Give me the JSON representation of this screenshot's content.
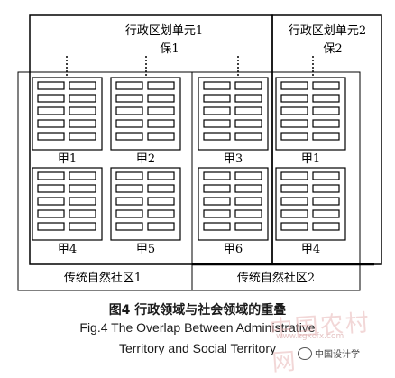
{
  "admin_units": [
    {
      "label": "行政区划单元1",
      "bao": "保1"
    },
    {
      "label": "行政区划单元2",
      "bao": "保2"
    }
  ],
  "communities": [
    {
      "label": "传统自然社区1"
    },
    {
      "label": "传统自然社区2"
    }
  ],
  "blocks": [
    {
      "label": "甲1"
    },
    {
      "label": "甲2"
    },
    {
      "label": "甲3"
    },
    {
      "label": "甲1"
    },
    {
      "label": "甲4"
    },
    {
      "label": "甲5"
    },
    {
      "label": "甲6"
    },
    {
      "label": "甲4"
    }
  ],
  "caption": {
    "cn": "图4  行政领域与社会领域的重叠",
    "en_line1": "Fig.4 The Overlap Between Administrative",
    "en_line2": "Territory and Social Territory"
  },
  "watermark": {
    "text": "中国农村网",
    "url": "www.zgxcfx.com"
  },
  "source_logo": {
    "text": "中国设计学"
  }
}
